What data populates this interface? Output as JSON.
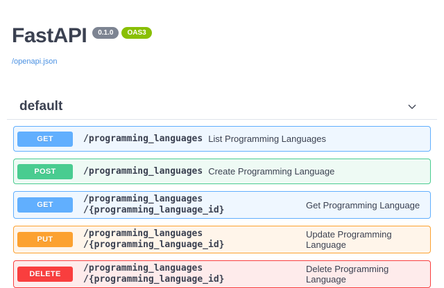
{
  "header": {
    "title": "FastAPI",
    "version_badge": "0.1.0",
    "spec_badge": "OAS3",
    "spec_link": "/openapi.json"
  },
  "colors": {
    "text_dark": "#3b4151",
    "version_badge_bg": "#7d8492",
    "spec_badge_bg": "#89bf04",
    "link_blue": "#4990e2",
    "divider": "#dfe4ea"
  },
  "section": {
    "title": "default",
    "expanded": true,
    "chevron_icon": "chevron-down"
  },
  "endpoints": [
    {
      "method": "GET",
      "path_lines": [
        "/programming_languages"
      ],
      "description": "List Programming Languages",
      "colors": {
        "method_bg": "#61affe",
        "row_bg": "#eff7ff",
        "border": "#61affe"
      }
    },
    {
      "method": "POST",
      "path_lines": [
        "/programming_languages"
      ],
      "description": "Create Programming Language",
      "colors": {
        "method_bg": "#49cc90",
        "row_bg": "#eefaf4",
        "border": "#49cc90"
      }
    },
    {
      "method": "GET",
      "path_lines": [
        "/programming_languages",
        "/{programming_language_id}"
      ],
      "description": "Get Programming Language",
      "colors": {
        "method_bg": "#61affe",
        "row_bg": "#eff7ff",
        "border": "#61affe"
      }
    },
    {
      "method": "PUT",
      "path_lines": [
        "/programming_languages",
        "/{programming_language_id}"
      ],
      "description": "Update Programming Language",
      "colors": {
        "method_bg": "#fca130",
        "row_bg": "#fff5ea",
        "border": "#fca130"
      }
    },
    {
      "method": "DELETE",
      "path_lines": [
        "/programming_languages",
        "/{programming_language_id}"
      ],
      "description": "Delete Programming Language",
      "colors": {
        "method_bg": "#f93e3e",
        "row_bg": "#feebeb",
        "border": "#f93e3e"
      }
    }
  ]
}
